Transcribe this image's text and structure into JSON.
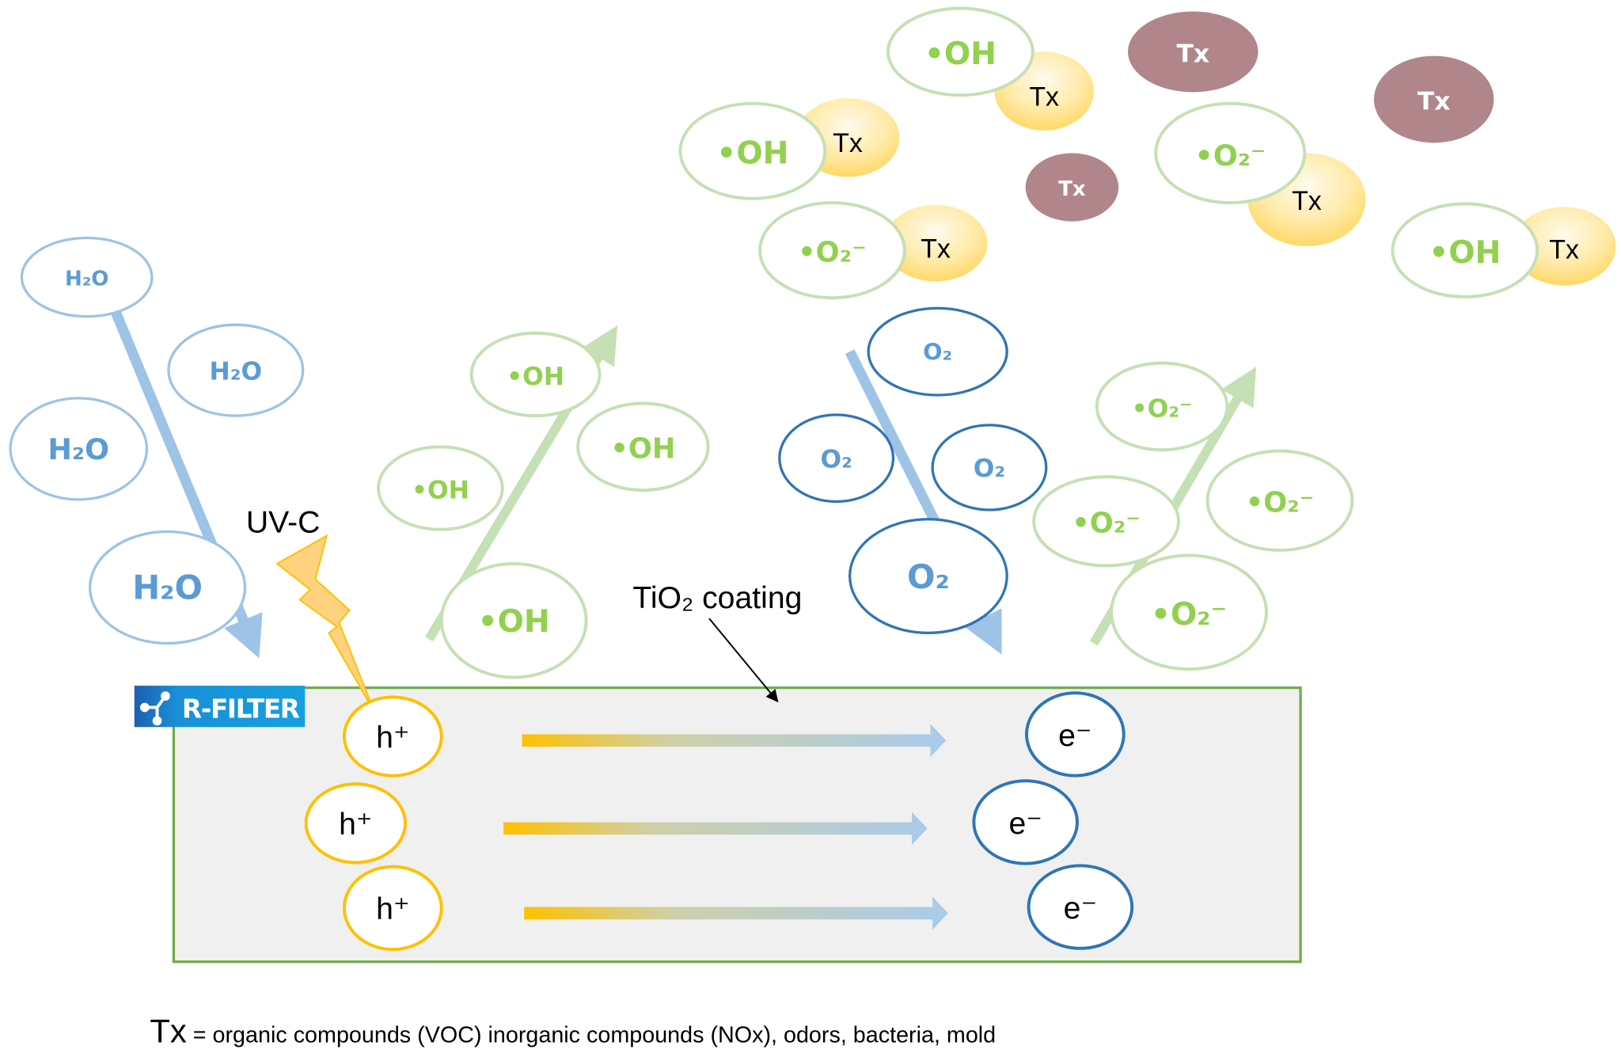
{
  "colors": {
    "water": "#9dc3e6",
    "water_text": "#5b9bd5",
    "radical_stroke": "#c5e0b4",
    "radical_text": "#92d050",
    "oxygen": "#2e75b6",
    "hole": "#ffc000",
    "pollutant_yellow": "#ffe699",
    "pollutant_mauve": "#b0868a",
    "filter_fill": "#f0f0f0",
    "filter_border": "#70ad47",
    "logo": "#1a8fd6"
  },
  "logo": {
    "text": "R-FILTER",
    "icon": "molecule-icon"
  },
  "labels": {
    "uv": "UV-C",
    "coating": "TiO₂ coating"
  },
  "molecules": {
    "water": [
      "H₂O",
      "H₂O",
      "H₂O",
      "H₂O"
    ],
    "hydroxyl": [
      "•OH",
      "•OH",
      "•OH",
      "•OH"
    ],
    "oxygen": [
      "O₂",
      "O₂",
      "O₂",
      "O₂"
    ],
    "superoxide": [
      "•O₂⁻",
      "•O₂⁻",
      "•O₂⁻",
      "•O₂⁻"
    ],
    "top_radicals": [
      "•OH",
      "•OH",
      "•O₂⁻",
      "•O₂⁻",
      "•OH"
    ],
    "top_pollutants": [
      "Tx",
      "Tx",
      "Tx",
      "Tx",
      "Tx"
    ],
    "mauve_pollutants": [
      "Tx",
      "Tx",
      "Tx"
    ],
    "holes": [
      "h⁺",
      "h⁺",
      "h⁺"
    ],
    "electrons": [
      "e⁻",
      "e⁻",
      "e⁻"
    ]
  },
  "legend": {
    "symbol": "Tx",
    "definition": " = organic compounds (VOC) inorganic compounds (NOx), odors, bacteria, mold"
  }
}
